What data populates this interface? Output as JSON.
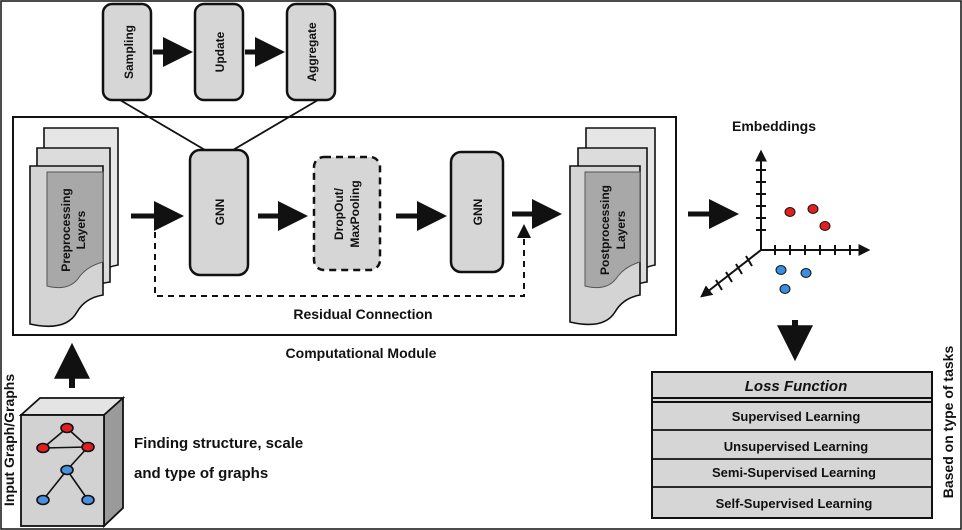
{
  "sampling_chain": {
    "steps": [
      "Sampling",
      "Update",
      "Aggregate"
    ]
  },
  "computational_module": {
    "label": "Computational Module",
    "preprocessing_label": [
      "Preprocessing",
      "Layers"
    ],
    "gnn1_label": "GNN",
    "dropout_label": [
      "DropOut/",
      "MaxPooling"
    ],
    "gnn2_label": "GNN",
    "postprocessing_label": [
      "Postprocessing",
      "Layers"
    ],
    "residual_label": "Residual Connection"
  },
  "embeddings": {
    "label": "Embeddings",
    "colors": {
      "red_cluster": "#e02020",
      "blue_cluster": "#3a8ee0"
    }
  },
  "input": {
    "label": "Input Graph/Graphs",
    "description_lines": [
      "Finding structure, scale",
      "and type of graphs"
    ],
    "node_colors": {
      "red": "#e02020",
      "blue": "#4a90e0"
    }
  },
  "loss_function": {
    "title": "Loss Function",
    "items": [
      "Supervised Learning",
      "Unsupervised Learning",
      "Semi-Supervised Learning",
      "Self-Supervised Learning"
    ],
    "side_label": "Based on type of tasks"
  },
  "colors": {
    "box_fill": "#d6d6d6",
    "box_dark": "#a8a8a8",
    "stroke": "#111111"
  }
}
